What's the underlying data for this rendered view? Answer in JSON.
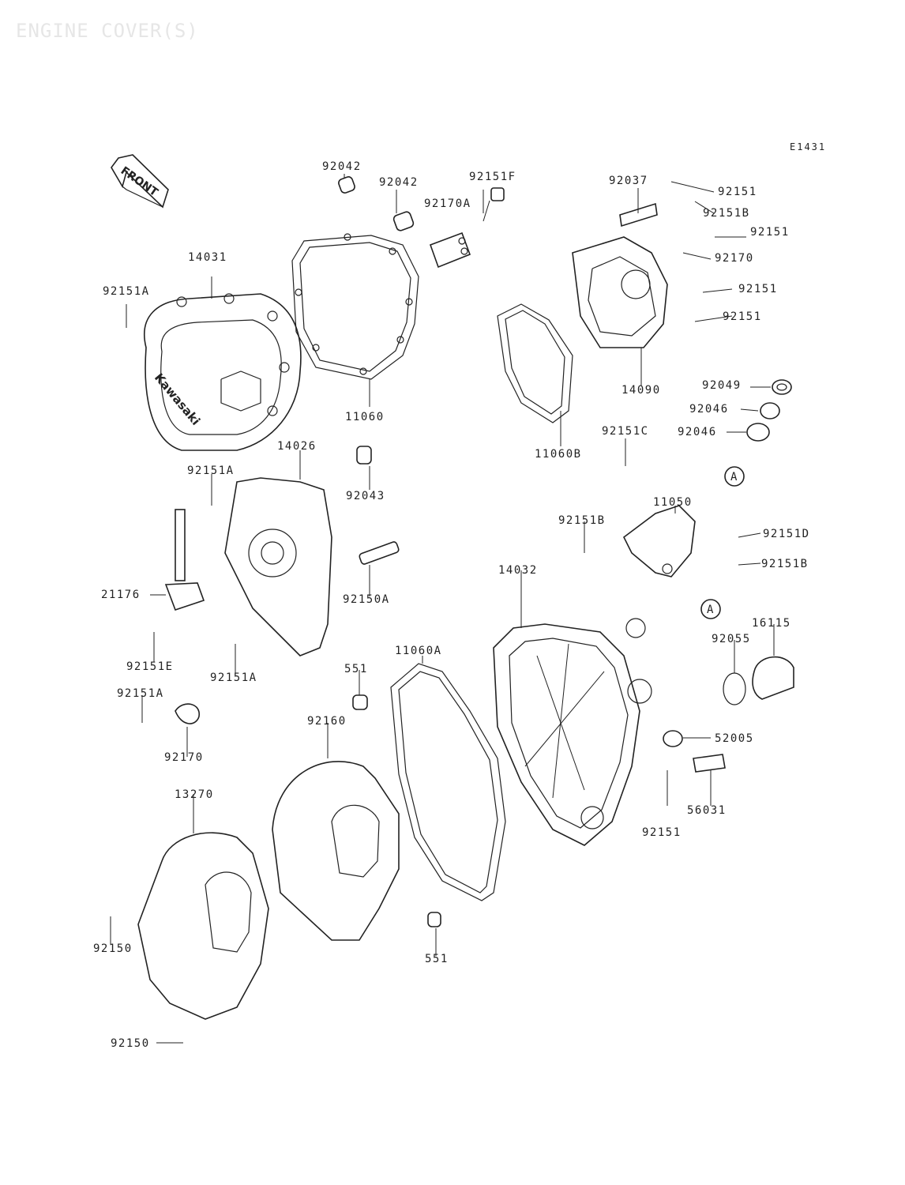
{
  "header": {
    "title": "ENGINE COVER(S)",
    "diagram_code": "E1431"
  },
  "front_arrow": {
    "label": "FRONT"
  },
  "brand_mark": "Kawasaki",
  "parts": [
    {
      "id": "p0",
      "label": "92042"
    },
    {
      "id": "p1",
      "label": "92042"
    },
    {
      "id": "p2",
      "label": "92151F"
    },
    {
      "id": "p3",
      "label": "92170A"
    },
    {
      "id": "p4",
      "label": "92037"
    },
    {
      "id": "p5",
      "label": "92151"
    },
    {
      "id": "p6",
      "label": "92151B"
    },
    {
      "id": "p7",
      "label": "92151"
    },
    {
      "id": "p8",
      "label": "92170"
    },
    {
      "id": "p9",
      "label": "92151"
    },
    {
      "id": "p10",
      "label": "92151"
    },
    {
      "id": "p11",
      "label": "14031"
    },
    {
      "id": "p12",
      "label": "92151A"
    },
    {
      "id": "p13",
      "label": "11060"
    },
    {
      "id": "p14",
      "label": "14090"
    },
    {
      "id": "p15",
      "label": "92049"
    },
    {
      "id": "p16",
      "label": "92046"
    },
    {
      "id": "p17",
      "label": "92046"
    },
    {
      "id": "p18",
      "label": "11060B"
    },
    {
      "id": "p19",
      "label": "14026"
    },
    {
      "id": "p20",
      "label": "92151C"
    },
    {
      "id": "p21",
      "label": "92151A"
    },
    {
      "id": "p22",
      "label": "92043"
    },
    {
      "id": "p23",
      "label": "11050"
    },
    {
      "id": "p24",
      "label": "92151B"
    },
    {
      "id": "p25",
      "label": "92151D"
    },
    {
      "id": "p26",
      "label": "92151B"
    },
    {
      "id": "p27",
      "label": "21176"
    },
    {
      "id": "p28",
      "label": "92150A"
    },
    {
      "id": "p29",
      "label": "14032"
    },
    {
      "id": "p30",
      "label": "16115"
    },
    {
      "id": "p31",
      "label": "92055"
    },
    {
      "id": "p32",
      "label": "92151E"
    },
    {
      "id": "p33",
      "label": "11060A"
    },
    {
      "id": "p34",
      "label": "92151A"
    },
    {
      "id": "p35",
      "label": "551"
    },
    {
      "id": "p36",
      "label": "92151A"
    },
    {
      "id": "p37",
      "label": "92160"
    },
    {
      "id": "p38",
      "label": "52005"
    },
    {
      "id": "p39",
      "label": "92170"
    },
    {
      "id": "p40",
      "label": "13270"
    },
    {
      "id": "p41",
      "label": "56031"
    },
    {
      "id": "p42",
      "label": "92151"
    },
    {
      "id": "p43",
      "label": "92150"
    },
    {
      "id": "p44",
      "label": "551"
    },
    {
      "id": "p45",
      "label": "92150"
    }
  ],
  "reference_markers": [
    {
      "label": "A"
    },
    {
      "label": "A"
    }
  ]
}
